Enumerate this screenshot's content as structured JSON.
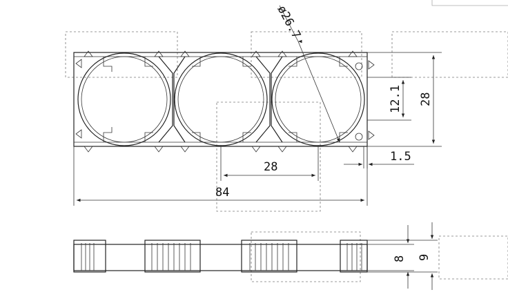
{
  "drawing": {
    "dimensions": {
      "diameter": "ø26.7",
      "inner_height": "12.1",
      "height": "28",
      "pitch": "28",
      "wall": "1.5",
      "length": "84",
      "thickness_body": "8",
      "thickness_total": "9"
    }
  }
}
